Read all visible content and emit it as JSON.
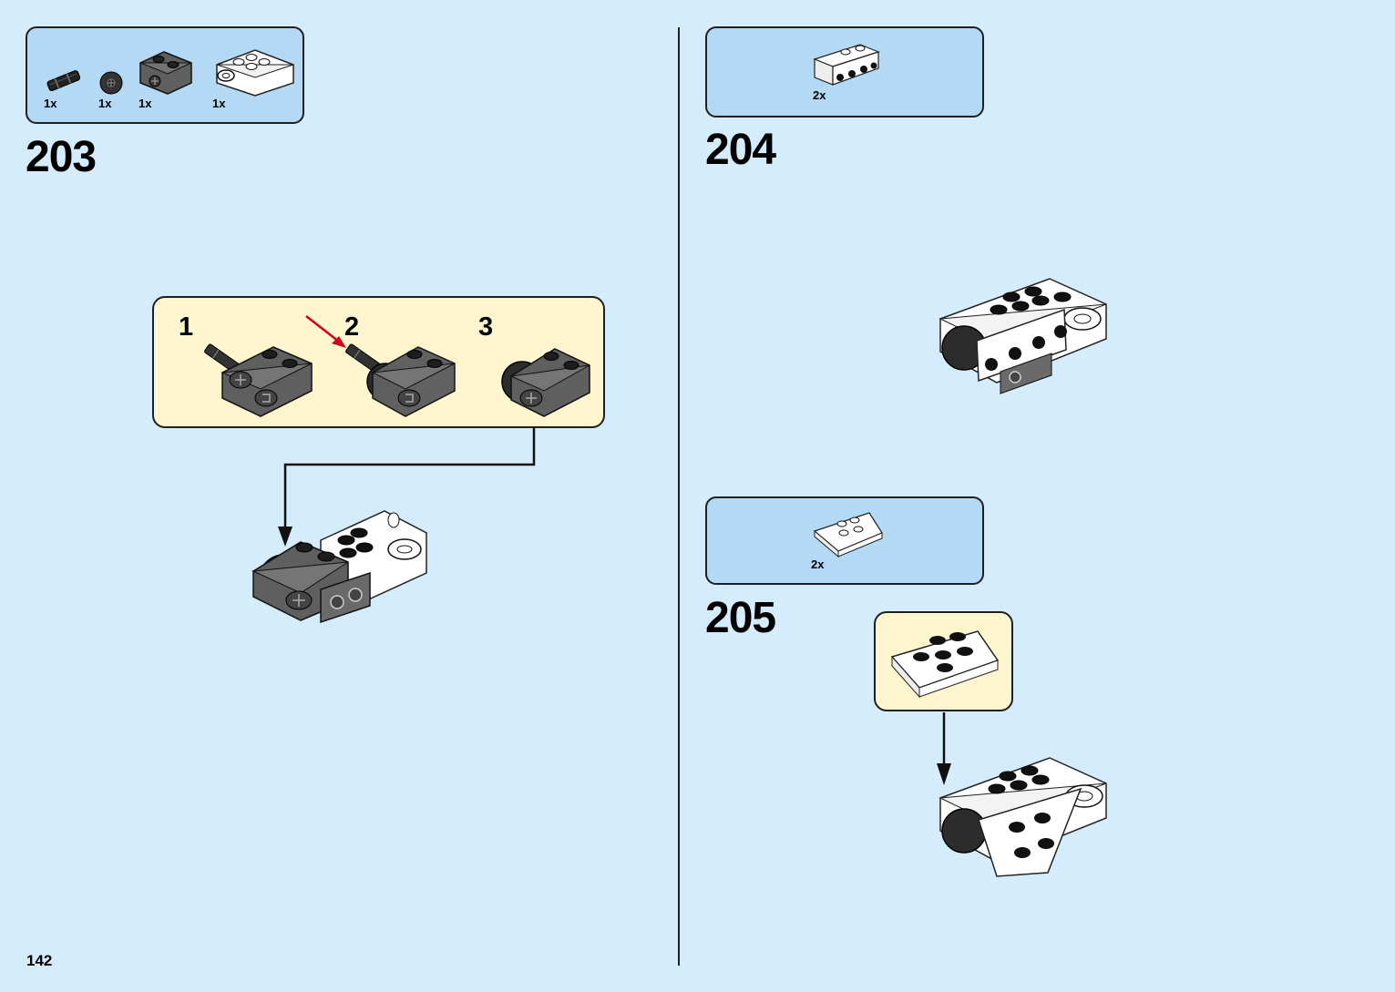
{
  "page": {
    "number": "142"
  },
  "steps": [
    {
      "number": "203",
      "parts": [
        {
          "qty": "1x",
          "icon": "technic-pin-icon"
        },
        {
          "qty": "1x",
          "icon": "wheel-hub-icon"
        },
        {
          "qty": "1x",
          "icon": "dark-grey-bracket-icon"
        },
        {
          "qty": "1x",
          "icon": "white-brick-with-clip-icon"
        }
      ],
      "substeps": [
        "1",
        "2",
        "3"
      ]
    },
    {
      "number": "204",
      "parts": [
        {
          "qty": "2x",
          "icon": "white-bracket-plate-icon"
        }
      ]
    },
    {
      "number": "205",
      "parts": [
        {
          "qty": "2x",
          "icon": "white-wedge-plate-icon"
        }
      ]
    }
  ],
  "colors": {
    "background": "#d4ecfb",
    "parts_box": "#b4d9f4",
    "sub_assembly_box": "#fff5cf",
    "arrow_highlight": "#d0021b"
  }
}
